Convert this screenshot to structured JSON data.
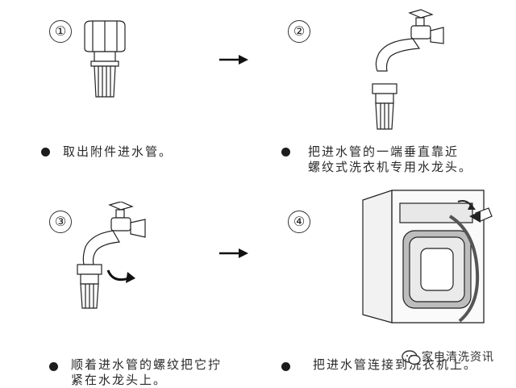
{
  "steps": [
    {
      "number": "①",
      "caption_lines": [
        "取出附件进水管。"
      ]
    },
    {
      "number": "②",
      "caption_lines": [
        "把进水管的一端垂直靠近",
        "螺纹式洗衣机专用水龙头。"
      ]
    },
    {
      "number": "③",
      "caption_lines": [
        "顺着进水管的螺纹把它拧",
        "紧在水龙头上。"
      ]
    },
    {
      "number": "④",
      "caption_lines": [
        "把进水管连接到洗衣机上。"
      ]
    }
  ],
  "watermark": {
    "text": "家电清洗资讯",
    "icon": "wechat-icon"
  }
}
